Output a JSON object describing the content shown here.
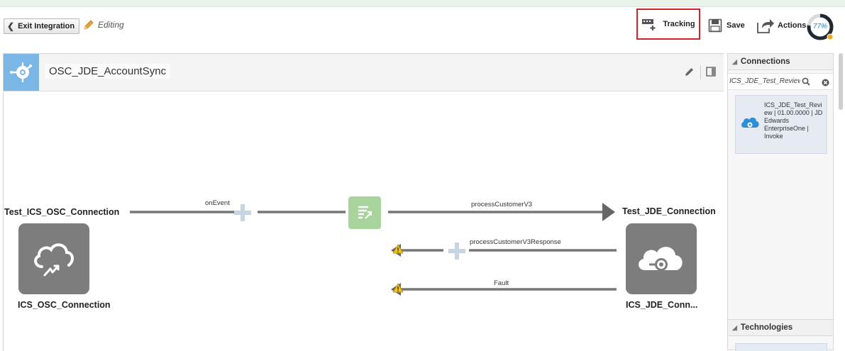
{
  "toolbar": {
    "exit_label": "Exit Integration",
    "editing_label": "Editing",
    "tracking_label": "Tracking",
    "save_label": "Save",
    "actions_label": "Actions",
    "progress_text": "77%",
    "progress_value": 0.77
  },
  "integration": {
    "name": "OSC_JDE_AccountSync"
  },
  "flow": {
    "source_connection_title": "Test_ICS_OSC_Connection",
    "source_adapter_name": "ICS_OSC_Connection",
    "target_connection_title": "Test_JDE_Connection",
    "target_adapter_name": "ICS_JDE_Conn...",
    "trigger_label": "onEvent",
    "invoke_label": "processCustomerV3",
    "response_label": "processCustomerV3Response",
    "fault_label": "Fault"
  },
  "right_panel": {
    "connections_title": "Connections",
    "search_value": "ICS_JDE_Test_Review",
    "connection_card_text": "ICS_JDE_Test_Review | 01.00.0000 | JD Edwards EnterpriseOne | Invoke",
    "technologies_title": "Technologies"
  },
  "colors": {
    "accent_blue": "#1a8ad0",
    "highlight_red": "#d0242b",
    "tile_gray": "#7d7d7d",
    "map_green": "#a9d39c",
    "warning_yellow": "#f0c419"
  }
}
